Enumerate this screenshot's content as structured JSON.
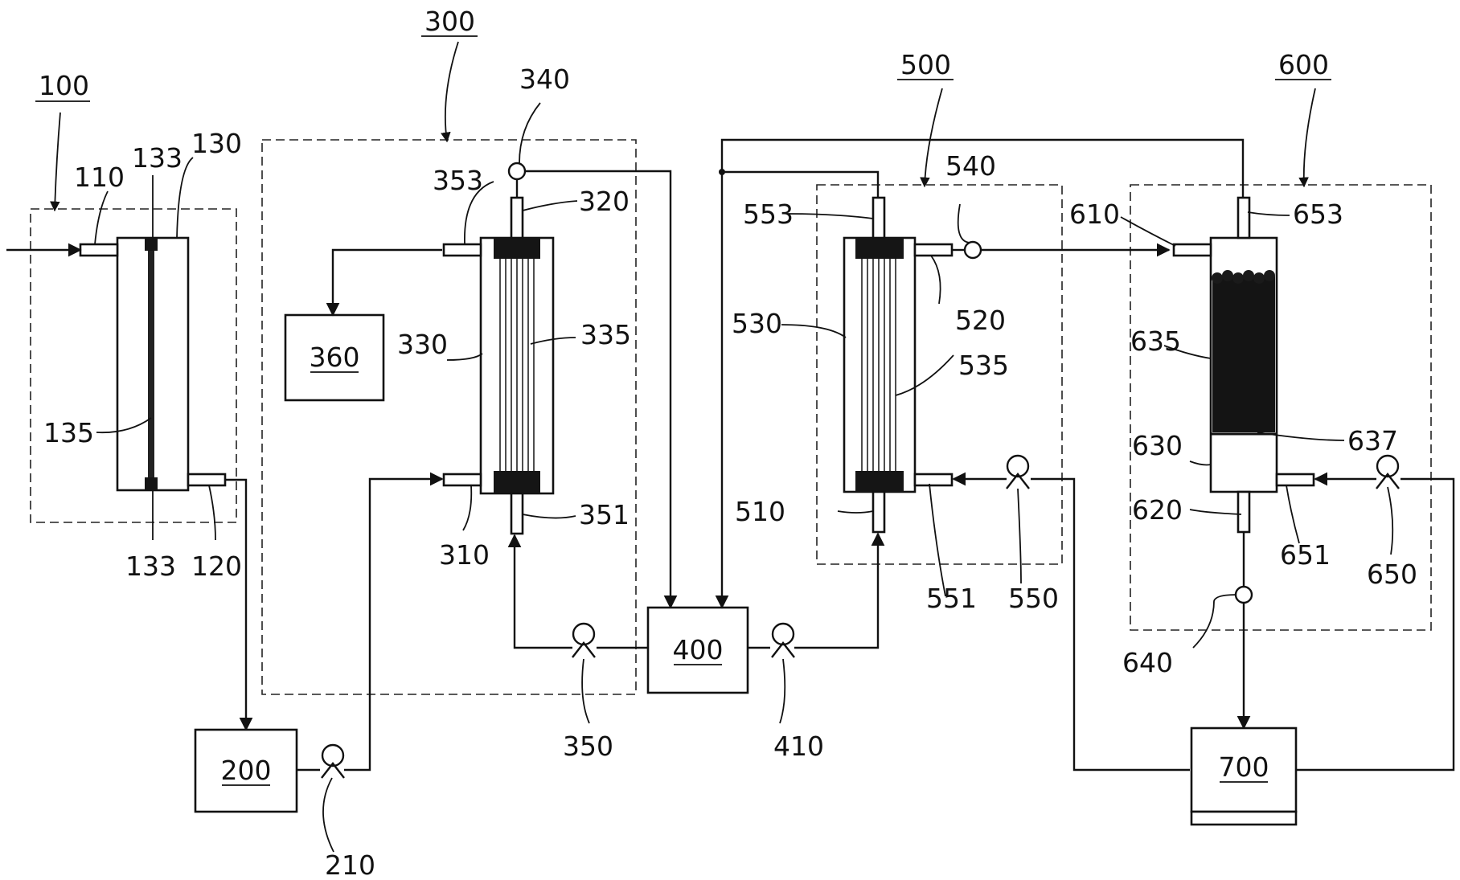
{
  "units": {
    "u100": {
      "label": "100"
    },
    "u300": {
      "label": "300"
    },
    "u500": {
      "label": "500"
    },
    "u600": {
      "label": "600"
    }
  },
  "boxes": {
    "b200": "200",
    "b360": "360",
    "b400": "400",
    "b700": "700"
  },
  "labels": {
    "l110": "110",
    "l120": "120",
    "l130": "130",
    "l133a": "133",
    "l133b": "133",
    "l135": "135",
    "l210": "210",
    "l310": "310",
    "l320": "320",
    "l330": "330",
    "l335": "335",
    "l340": "340",
    "l350": "350",
    "l351": "351",
    "l353": "353",
    "l410": "410",
    "l510": "510",
    "l520": "520",
    "l530": "530",
    "l535": "535",
    "l540": "540",
    "l550": "550",
    "l551": "551",
    "l553": "553",
    "l610": "610",
    "l620": "620",
    "l630": "630",
    "l635": "635",
    "l637": "637",
    "l640": "640",
    "l650": "650",
    "l651": "651",
    "l653": "653"
  }
}
